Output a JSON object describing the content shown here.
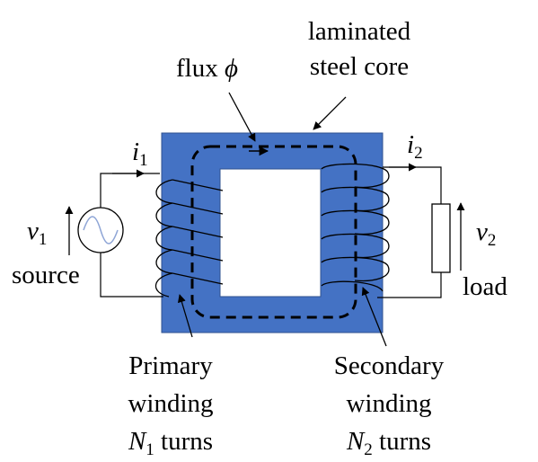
{
  "labels": {
    "core": [
      "laminated",
      "steel core"
    ],
    "flux": {
      "text": "flux ",
      "symbol": "ϕ"
    },
    "i1": {
      "sym": "i",
      "sub": "1"
    },
    "i2": {
      "sym": "i",
      "sub": "2"
    },
    "v1": {
      "sym": "v",
      "sub": "1"
    },
    "v2": {
      "sym": "v",
      "sub": "2"
    },
    "source": "source",
    "load": "load",
    "primary": {
      "line1": "Primary",
      "line2": "winding",
      "n_sym": "N",
      "n_sub": "1",
      "n_rest": " turns"
    },
    "secondary": {
      "line1": "Secondary",
      "line2": "winding",
      "n_sym": "N",
      "n_sub": "2",
      "n_rest": " turns"
    }
  },
  "colors": {
    "core": "#4472c4",
    "core_edge": "#2f528f",
    "window": "#ffffff",
    "lines": "#000000",
    "sine": "#8ea5d6"
  }
}
